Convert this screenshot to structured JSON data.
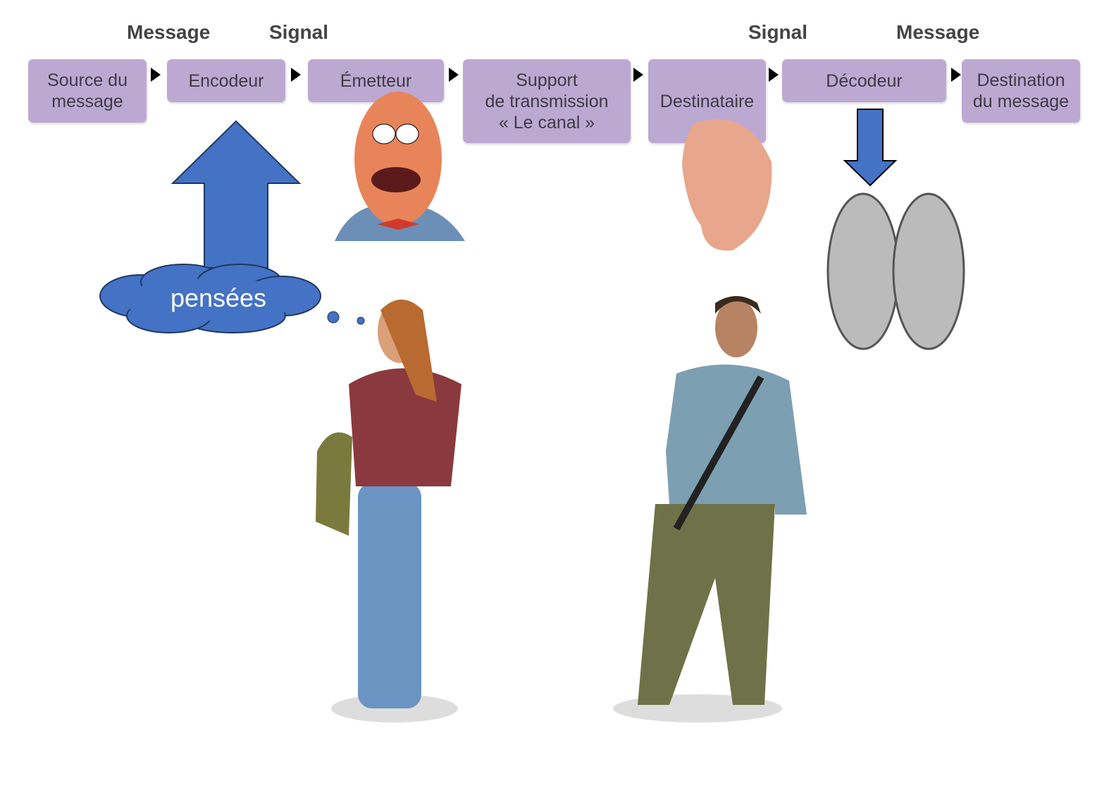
{
  "labels": {
    "message_left": "Message",
    "signal_left": "Signal",
    "signal_right": "Signal",
    "message_right": "Message"
  },
  "boxes": [
    {
      "label": "Source du\nmessage"
    },
    {
      "label": "Encodeur"
    },
    {
      "label": "Émetteur"
    },
    {
      "label": "Support\nde transmission\n« Le canal »"
    },
    {
      "label": "Destinataire"
    },
    {
      "label": "Décodeur"
    },
    {
      "label": "Destination\ndu message"
    }
  ],
  "cloud": {
    "label": "pensées"
  },
  "colors": {
    "box": "#bca9d2",
    "arrow": "#4472c4",
    "text": "#3e3a44"
  },
  "illustrations": [
    "cartoon-man-face",
    "ear",
    "brain",
    "woman",
    "man"
  ]
}
